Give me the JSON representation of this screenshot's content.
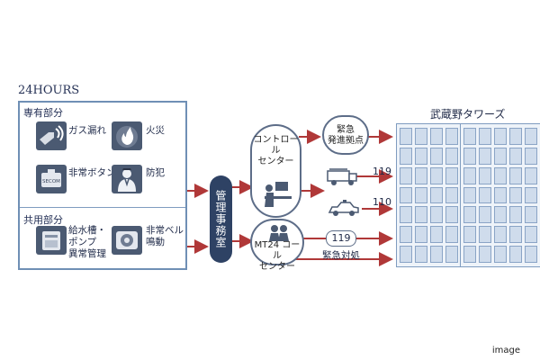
{
  "header": {
    "hours": "24HOURS"
  },
  "private_section": {
    "label": "専有部分",
    "items": [
      {
        "label": "ガス漏れ",
        "icon": "gas-leak-icon"
      },
      {
        "label": "火災",
        "icon": "fire-icon"
      },
      {
        "label": "非常ボタン",
        "icon": "emergency-button-icon",
        "device_text": "SECOM"
      },
      {
        "label": "防犯",
        "icon": "security-guard-icon"
      }
    ]
  },
  "common_section": {
    "label": "共用部分",
    "items": [
      {
        "label_lines": [
          "給水槽・",
          "ポンプ",
          "異常管理"
        ],
        "icon": "water-tank-icon"
      },
      {
        "label_lines": [
          "非常ベル",
          "鳴動"
        ],
        "icon": "alarm-bell-icon"
      }
    ]
  },
  "management_office": {
    "label": "管理事務室"
  },
  "control_center": {
    "label_lines": [
      "コントロール",
      "センター"
    ]
  },
  "mt24_center": {
    "label_lines": [
      "MT24 コール",
      "センター"
    ]
  },
  "emergency_dispatch": {
    "label_lines": [
      "緊急",
      "発進拠点"
    ]
  },
  "numbers": {
    "fire_dept": "119",
    "police": "110",
    "mt24_fire": "119"
  },
  "emergency_response": {
    "label": "緊急対処"
  },
  "towers": {
    "title": "武蔵野タワーズ"
  },
  "caption": "image",
  "colors": {
    "arrow": "#b03838",
    "panel_border": "#6f8fb5",
    "management_fill": "#2e4264",
    "icon_fill": "#4b5a72"
  }
}
